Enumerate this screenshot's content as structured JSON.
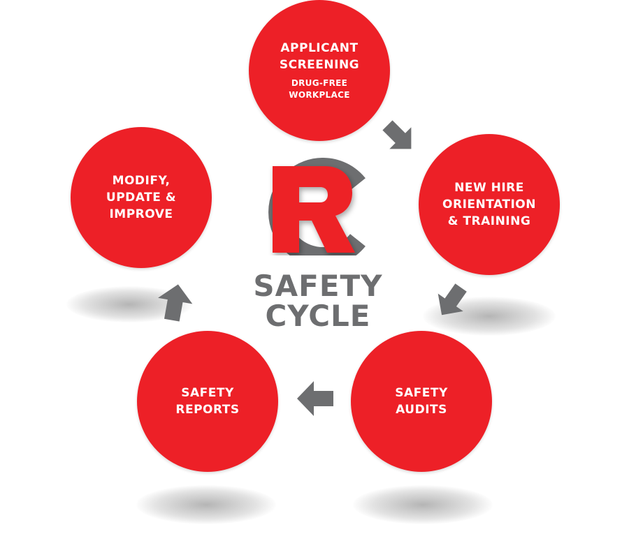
{
  "colors": {
    "red": "#ed2027",
    "gray": "#6d6e70"
  },
  "center": {
    "logo_letter": "R",
    "logo_back_letter": "C",
    "title_line1": "SAFETY",
    "title_line2": "CYCLE"
  },
  "steps": [
    {
      "title_lines": [
        "APPLICANT",
        "SCREENING"
      ],
      "sub_lines": [
        "DRUG-FREE",
        "WORKPLACE"
      ]
    },
    {
      "title_lines": [
        "NEW HIRE",
        "ORIENTATION",
        "& TRAINING"
      ]
    },
    {
      "title_lines": [
        "SAFETY",
        "AUDITS"
      ]
    },
    {
      "title_lines": [
        "SAFETY",
        "REPORTS"
      ]
    },
    {
      "title_lines": [
        "MODIFY,",
        "UPDATE &",
        "IMPROVE"
      ]
    }
  ],
  "arrows": [
    "arrow-down-right",
    "arrow-down-left",
    "arrow-left",
    "arrow-up"
  ]
}
